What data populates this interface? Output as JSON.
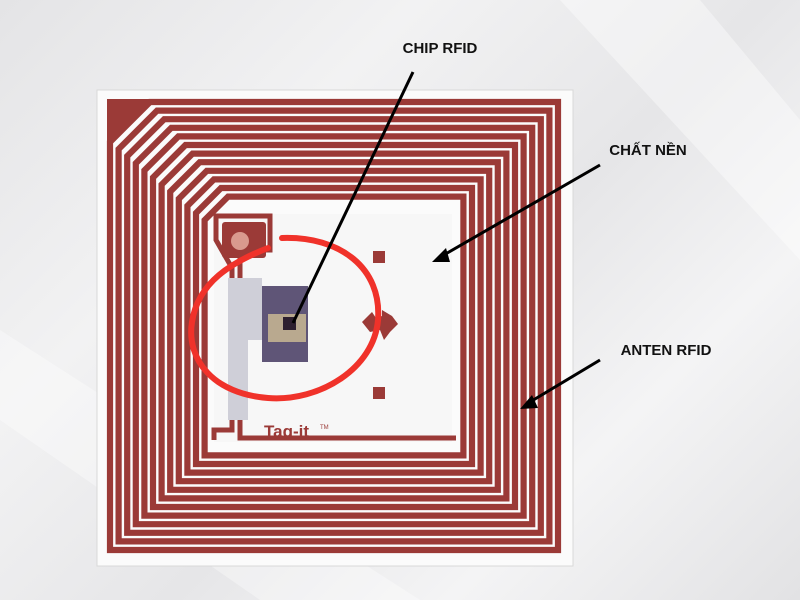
{
  "labels": {
    "chip": "CHIP RFID",
    "substrate": "CHẤT NỀN",
    "antenna": "ANTEN RFID"
  },
  "tag": {
    "brand": "Tag-it",
    "trademark": "TM"
  },
  "colors": {
    "coil": "#9b3a37",
    "highlight_circle": "#f0322a",
    "chip_pad": "#5a4f72",
    "arrow": "#000000"
  },
  "coil_turns": 12
}
